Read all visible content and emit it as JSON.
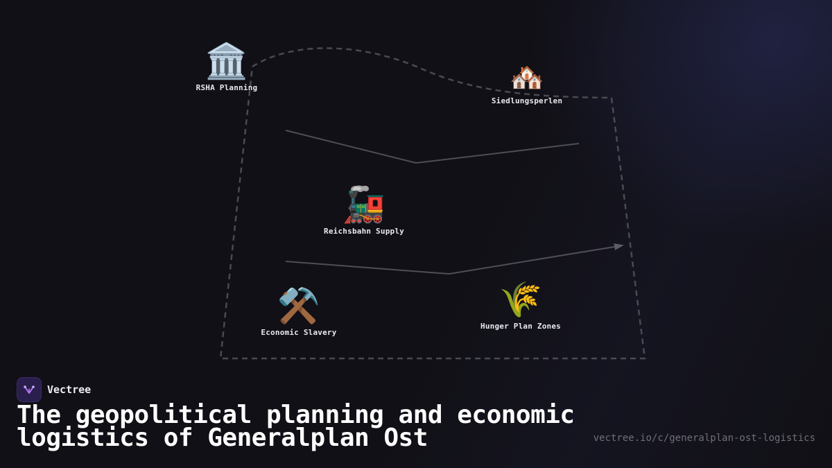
{
  "diagram": {
    "nodes": [
      {
        "id": "rsha",
        "icon": "classical-building-icon",
        "emoji": "🏛️",
        "label": "RSHA Planning"
      },
      {
        "id": "siedlung",
        "icon": "houses-icon",
        "emoji": "🏘️",
        "label": "Siedlungsperlen"
      },
      {
        "id": "reichsbahn",
        "icon": "locomotive-icon",
        "emoji": "🚂",
        "label": "Reichsbahn Supply"
      },
      {
        "id": "slavery",
        "icon": "hammer-and-pick-icon",
        "emoji": "⚒️",
        "label": "Economic Slavery"
      },
      {
        "id": "hunger",
        "icon": "sheaf-of-rice-icon",
        "emoji": "🌾",
        "label": "Hunger Plan Zones"
      }
    ]
  },
  "brand": {
    "name": "Vectree",
    "logo_icon": "vectree-logo-icon",
    "accent": "#8b5cf6"
  },
  "title": "The geopolitical planning and economic logistics of Generalplan Ost",
  "url": "vectree.io/c/generalplan-ost-logistics",
  "colors": {
    "background": "#111016",
    "boundary": "#4a4a52",
    "arrow": "#5c5c64",
    "label": "#e9e9ee"
  }
}
